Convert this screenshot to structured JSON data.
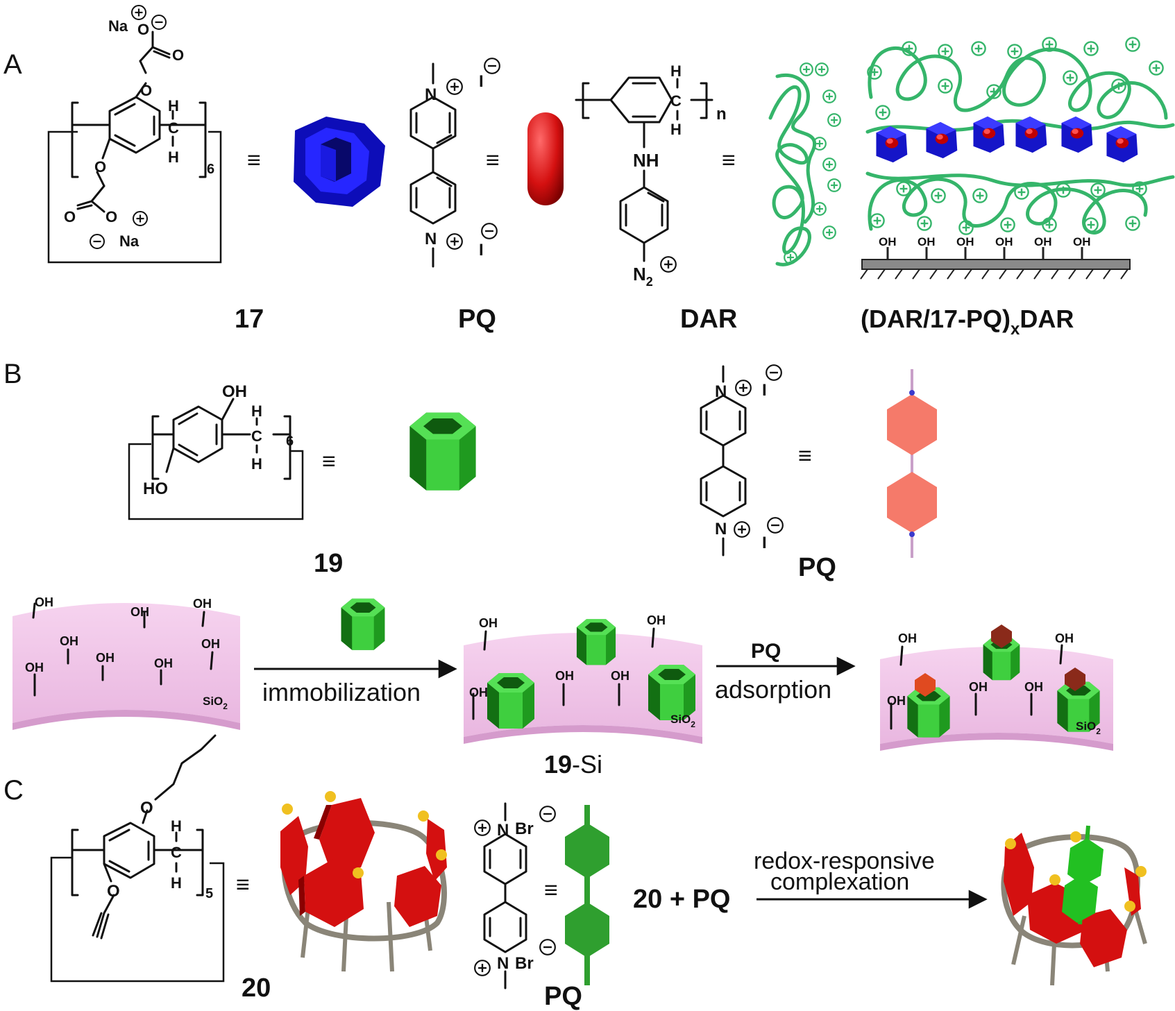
{
  "panels": {
    "A": {
      "letter": "A",
      "labels": {
        "cmpd17": "17",
        "pq": "PQ",
        "dar": "DAR",
        "assembly": "(DAR/17-PQ)",
        "assembly_sub": "x",
        "assembly_tail": "DAR"
      },
      "atoms": {
        "na": "Na",
        "o": "O",
        "h": "H",
        "n": "N",
        "n2": "N",
        "n2_sub": "2",
        "nh": "NH",
        "c": "C",
        "i": "I",
        "n_index": "n",
        "repeat": "6",
        "oh": "OH"
      },
      "equiv": "≡"
    },
    "B": {
      "letter": "B",
      "labels": {
        "cmpd19": "19",
        "pq": "PQ",
        "si_product": "19",
        "si_suffix": "-Si"
      },
      "atoms": {
        "oh": "OH",
        "ho": "HO",
        "h": "H",
        "c": "C",
        "n": "N",
        "i": "I",
        "repeat": "6",
        "sio": "SiO",
        "sio_sub": "2"
      },
      "steps": {
        "immobilization": "immobilization",
        "pq_label": "PQ",
        "adsorption": "adsorption"
      },
      "equiv": "≡"
    },
    "C": {
      "letter": "C",
      "labels": {
        "cmpd20": "20",
        "pq": "PQ",
        "reaction": "20 + PQ"
      },
      "atoms": {
        "o": "O",
        "h": "H",
        "c": "C",
        "n": "N",
        "br": "Br",
        "repeat": "5"
      },
      "arrow_text_1": "redox-responsive",
      "arrow_text_2": "complexation",
      "equiv": "≡"
    }
  },
  "colors": {
    "blue_ring": "#1a1ad6",
    "red_guest": "#d41010",
    "green_chain": "#35b56a",
    "green_ring": "#2fbf2f",
    "salmon": "#f57a6a",
    "pink_surface": "#f2c6ea",
    "gray_substrate": "#8a8a8a"
  }
}
